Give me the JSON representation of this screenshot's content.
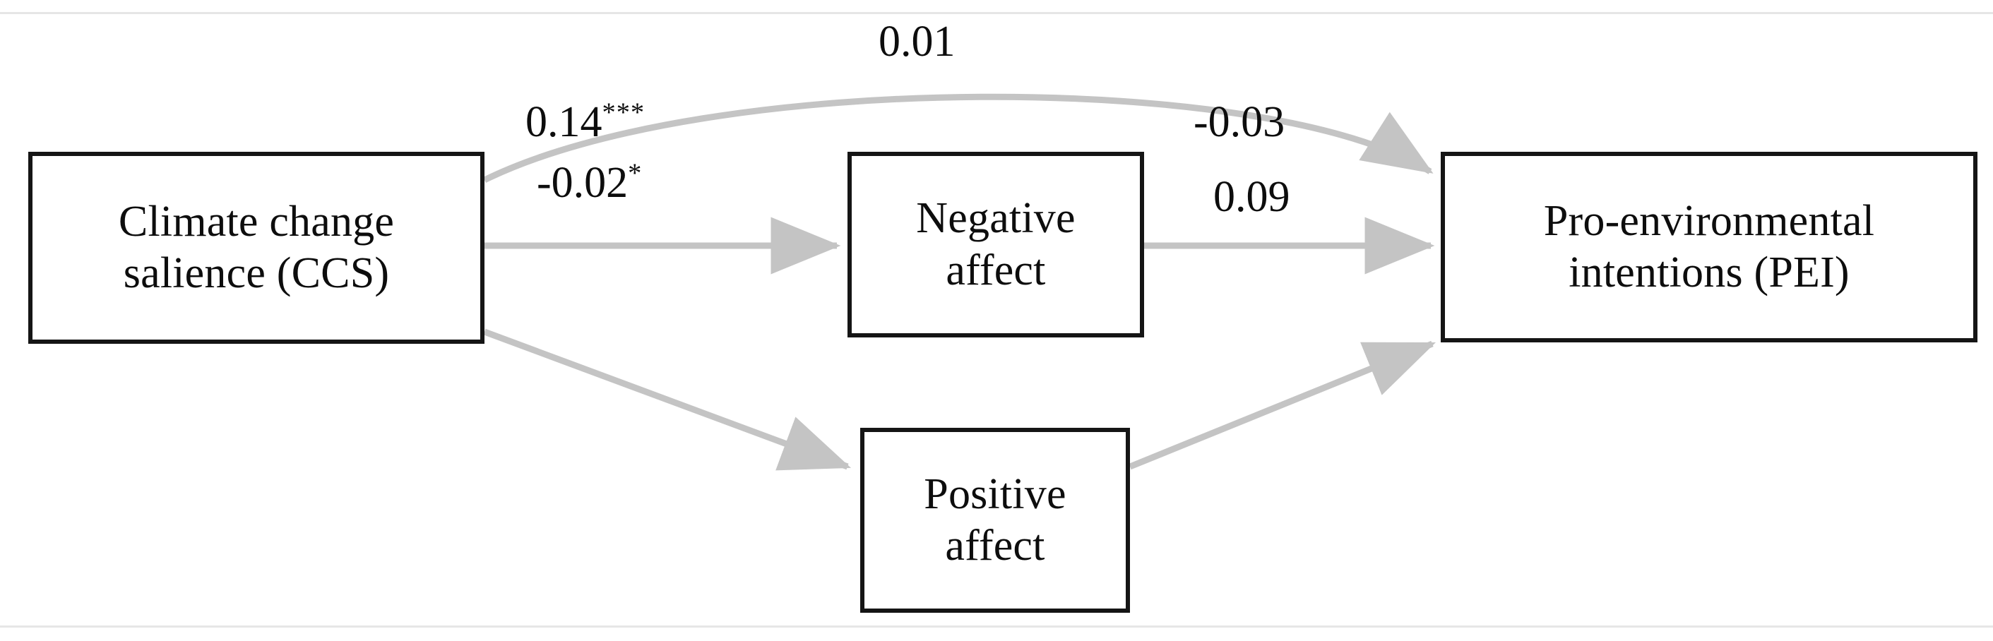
{
  "figure": {
    "type": "path-diagram",
    "title": "Mediation model of climate change salience on pro-environmental intentions",
    "line_color": "#c4c4c4",
    "box_border_color": "#151515",
    "text_color": "#0d0d0d",
    "background_color": "#ffffff",
    "rule_color": "#e6e6e6"
  },
  "nodes": {
    "ccs": {
      "line1": "Climate change",
      "line2": "salience (CCS)"
    },
    "negative": {
      "line1": "Negative",
      "line2": "affect"
    },
    "positive": {
      "line1": "Positive",
      "line2": "affect"
    },
    "pei": {
      "line1": "Pro-environmental",
      "line2": "intentions (PEI)"
    }
  },
  "edges": [
    {
      "id": "ccs-pei",
      "from": "ccs",
      "to": "pei",
      "coefficient": "0.01",
      "significance": "",
      "label": "0.01"
    },
    {
      "id": "ccs-negative",
      "from": "ccs",
      "to": "negative",
      "coefficient": "0.14",
      "significance": "***",
      "label": "0.14***"
    },
    {
      "id": "negative-pei",
      "from": "negative",
      "to": "pei",
      "coefficient": "-0.03",
      "significance": "",
      "label": "-0.03"
    },
    {
      "id": "ccs-positive",
      "from": "ccs",
      "to": "positive",
      "coefficient": "-0.02",
      "significance": "*",
      "label": "-0.02*"
    },
    {
      "id": "positive-pei",
      "from": "positive",
      "to": "pei",
      "coefficient": "0.09",
      "significance": "",
      "label": "0.09"
    }
  ],
  "chart_data": {
    "type": "diagram",
    "title": "Mediation model: climate change salience → affect → pro-environmental intentions",
    "nodes": [
      "Climate change salience (CCS)",
      "Negative affect",
      "Positive affect",
      "Pro-environmental intentions (PEI)"
    ],
    "paths": [
      {
        "source": "Climate change salience (CCS)",
        "target": "Pro-environmental intentions (PEI)",
        "value": 0.01,
        "significance": ""
      },
      {
        "source": "Climate change salience (CCS)",
        "target": "Negative affect",
        "value": 0.14,
        "significance": "***"
      },
      {
        "source": "Negative affect",
        "target": "Pro-environmental intentions (PEI)",
        "value": -0.03,
        "significance": ""
      },
      {
        "source": "Climate change salience (CCS)",
        "target": "Positive affect",
        "value": -0.02,
        "significance": "*"
      },
      {
        "source": "Positive affect",
        "target": "Pro-environmental intentions (PEI)",
        "value": 0.09,
        "significance": ""
      }
    ]
  }
}
